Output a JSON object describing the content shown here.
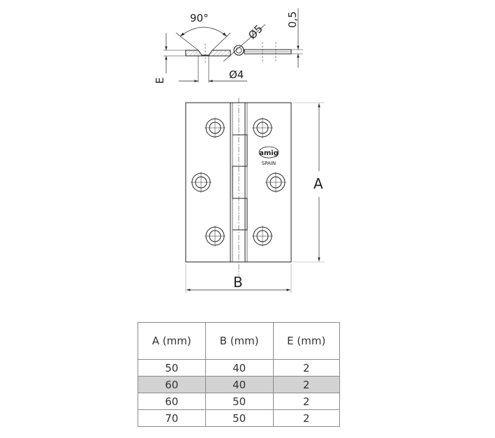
{
  "diagram": {
    "subject": "butt hinge technical drawing",
    "section_view": {
      "angle_label": "90°",
      "pin_diameter_label": "Ø5",
      "hole_diameter_label": "Ø4",
      "gap_label": "0,5",
      "thickness_label": "E"
    },
    "front_view": {
      "height_label": "A",
      "width_label": "B",
      "logo_text": "amig",
      "origin_text": "SPAIN",
      "holes_per_leaf": 3
    }
  },
  "table": {
    "headers": [
      "A (mm)",
      "B (mm)",
      "E (mm)"
    ],
    "rows": [
      {
        "a": "50",
        "b": "40",
        "e": "2",
        "highlighted": false
      },
      {
        "a": "60",
        "b": "40",
        "e": "2",
        "highlighted": true
      },
      {
        "a": "60",
        "b": "50",
        "e": "2",
        "highlighted": false
      },
      {
        "a": "70",
        "b": "50",
        "e": "2",
        "highlighted": false
      }
    ],
    "highlight_color": "#d3d3d3"
  }
}
